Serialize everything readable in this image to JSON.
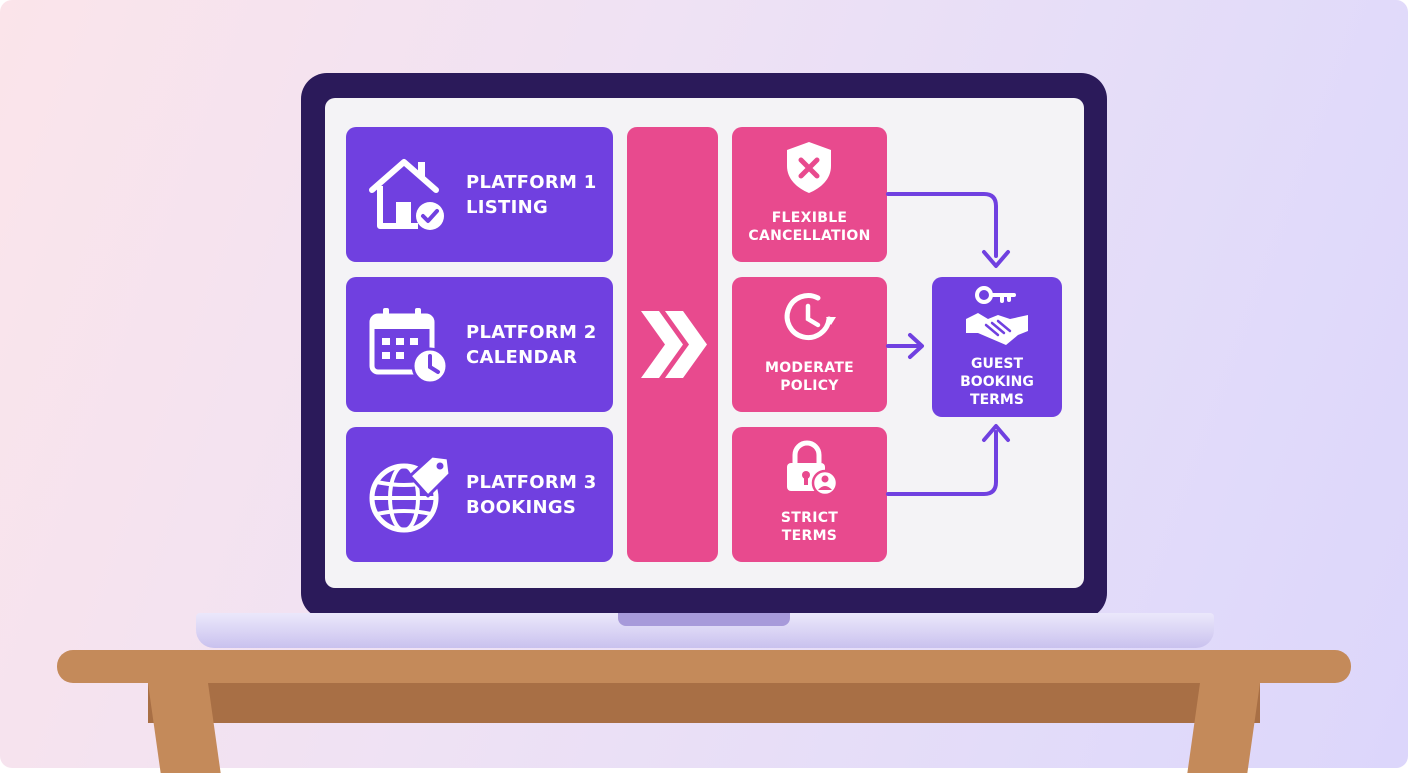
{
  "colors": {
    "primary_purple": "#7040e0",
    "accent_pink": "#e84a8e",
    "screen_frame": "#2b1a5a",
    "table_wood": "#c48a5a"
  },
  "platforms": [
    {
      "line1": "PLATFORM 1",
      "line2": "LISTING",
      "icon": "house-check-icon"
    },
    {
      "line1": "PLATFORM 2",
      "line2": "CALENDAR",
      "icon": "calendar-clock-icon"
    },
    {
      "line1": "PLATFORM 3",
      "line2": "BOOKINGS",
      "icon": "globe-tag-icon"
    }
  ],
  "policies": [
    {
      "line1": "FLEXIBLE",
      "line2": "CANCELLATION",
      "icon": "shield-x-icon"
    },
    {
      "line1": "MODERATE",
      "line2": "POLICY",
      "icon": "clock-refresh-icon"
    },
    {
      "line1": "STRICT",
      "line2": "TERMS",
      "icon": "lock-user-icon"
    }
  ],
  "result": {
    "line1": "GUEST",
    "line2": "BOOKING",
    "line3": "TERMS",
    "icon": "key-handshake-icon"
  },
  "merge_icon": "double-chevron-right-icon"
}
